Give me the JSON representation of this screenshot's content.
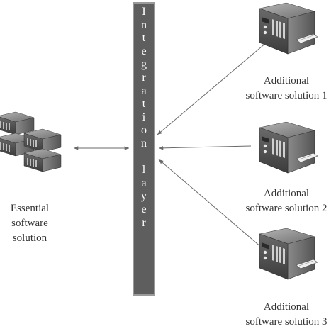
{
  "integration_layer": {
    "label": "Integration layer"
  },
  "essential": {
    "label_lines": [
      "Essential",
      "software",
      "solution"
    ]
  },
  "additional": [
    {
      "label_lines": [
        "Additional",
        "software solution 1"
      ]
    },
    {
      "label_lines": [
        "Additional",
        "software solution 2"
      ]
    },
    {
      "label_lines": [
        "Additional",
        "software solution 3"
      ]
    }
  ],
  "colors": {
    "bar": "#5e5e5e",
    "bar_border": "#9a9a9a",
    "arrow": "#6a6a6a",
    "text": "#333333",
    "server_dark": "#4a4a4a",
    "server_light": "#9c9c9c"
  },
  "icons": [
    "server-rack-icon",
    "server-cluster-icon"
  ]
}
